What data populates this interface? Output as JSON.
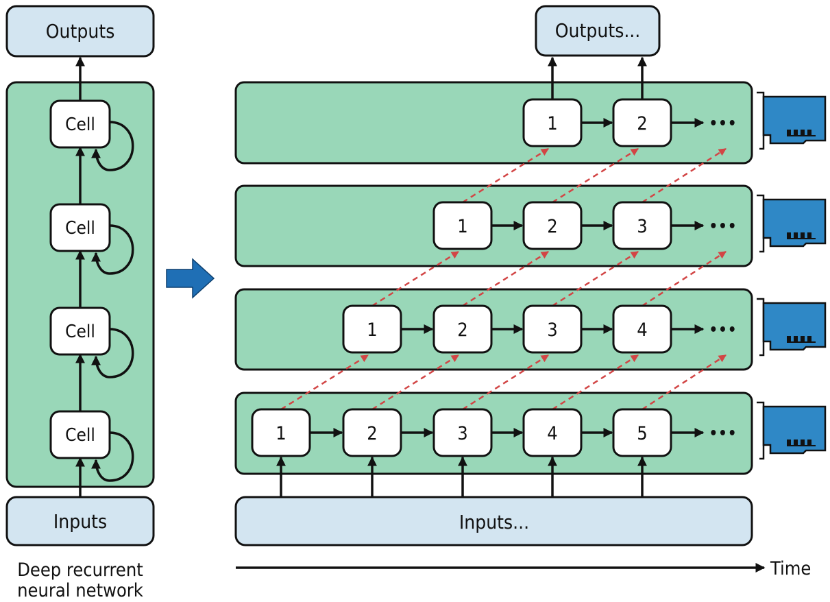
{
  "colors": {
    "io_fill": "#d3e5f1",
    "layer_fill": "#99d7b8",
    "cell_fill": "#ffffff",
    "dashed_arrow": "#d24545",
    "transform_arrow": "#1f6fb5",
    "gpu_card": "#2f88c6"
  },
  "left": {
    "outputs_label": "Outputs",
    "inputs_label": "Inputs",
    "cell_label": "Cell",
    "caption_line1": "Deep recurrent",
    "caption_line2": "neural network"
  },
  "right": {
    "outputs_label": "Outputs...",
    "inputs_label": "Inputs...",
    "time_label": "Time",
    "ellipsis": "•••",
    "layers": [
      {
        "cells": [
          "1",
          "2"
        ]
      },
      {
        "cells": [
          "1",
          "2",
          "3"
        ]
      },
      {
        "cells": [
          "1",
          "2",
          "3",
          "4"
        ]
      },
      {
        "cells": [
          "1",
          "2",
          "3",
          "4",
          "5"
        ]
      }
    ]
  },
  "icons": {
    "transform_arrow": "blue-right-arrow-icon",
    "gpu": "gpu-card-icon"
  }
}
